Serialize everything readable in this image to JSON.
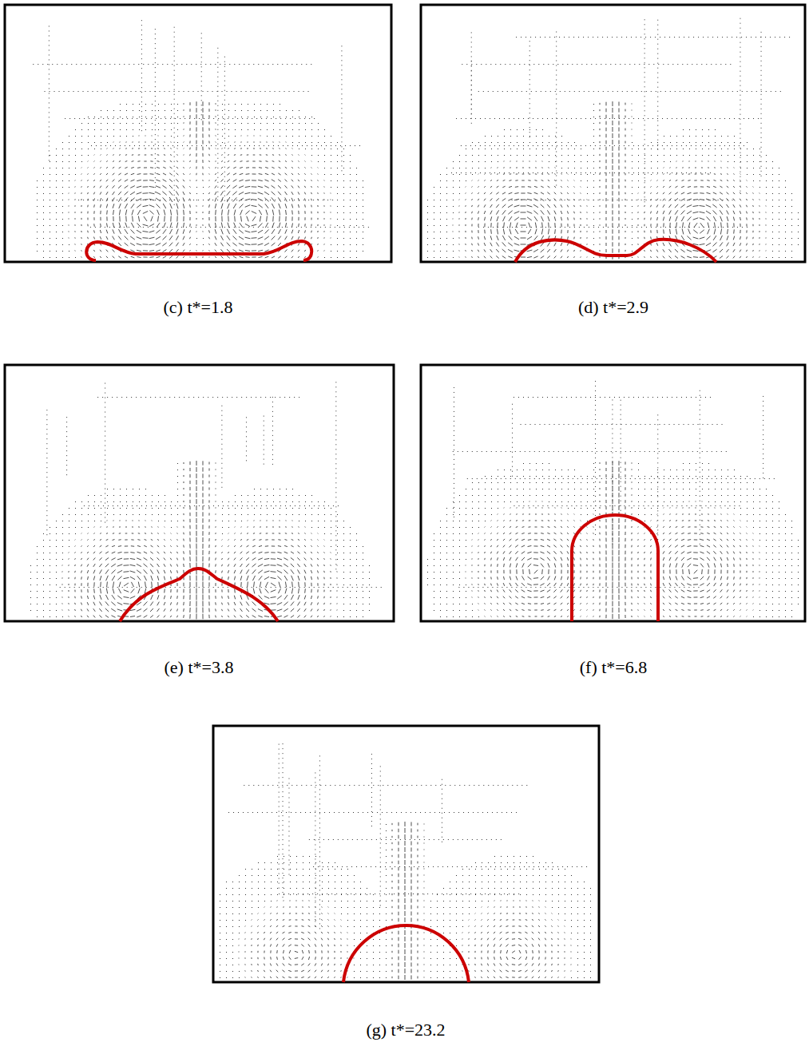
{
  "diagram": {
    "labels": [
      "(c) t*=1.8",
      "(d) t*=2.9",
      "(e) t*=3.8",
      "(f) t*=6.8",
      "(g) t*=23.2"
    ]
  }
}
